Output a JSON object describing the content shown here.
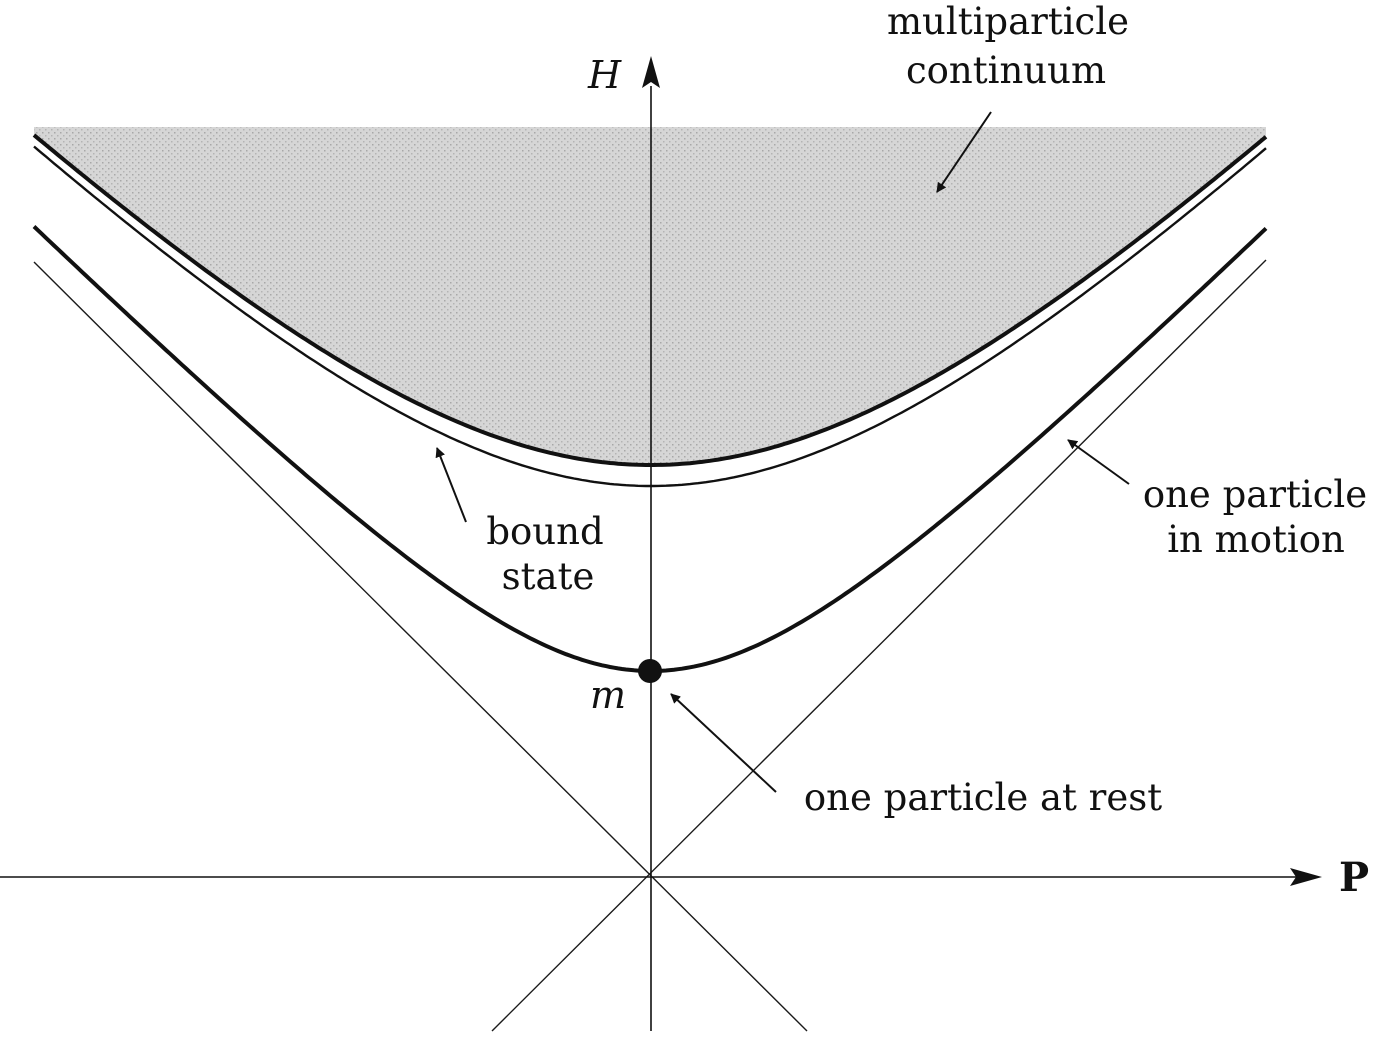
{
  "diagram": {
    "axes": {
      "vertical_label": "H",
      "horizontal_label": "P"
    },
    "labels": {
      "mass": "m",
      "multiparticle_line1": "multiparticle",
      "multiparticle_line2": "continuum",
      "bound_line1": "bound",
      "bound_line2": "state",
      "motion_line1": "one particle",
      "motion_line2": "in motion",
      "rest": "one particle at rest"
    },
    "colors": {
      "continuum_fill": "#d4d4d4",
      "ink": "#111111"
    }
  }
}
